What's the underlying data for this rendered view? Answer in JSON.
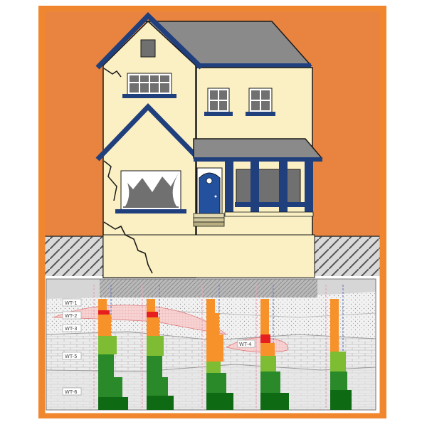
{
  "colors": {
    "frame": "#f0872e",
    "sky": "#e8843f",
    "wall": "#fbf0c3",
    "roof": "#8a8a8a",
    "trim": "#203f7d",
    "window": "#707070",
    "door": "#23519e",
    "outline": "#1a1a1a",
    "ground_hatch": "#7a7a7a",
    "soil_gray": "#a8a8a8",
    "pile_orange": "#f7922a",
    "pile_red": "#e61e1e",
    "pile_light_green": "#7ebd33",
    "pile_dark_green": "#2a8a2a",
    "pile_darkest_green": "#0f6a14",
    "lens_pink": "#f7d3d3",
    "guide_pink": "#e4a6b8",
    "guide_blue": "#6f7fc8"
  },
  "diagram": {
    "subject": "house with structural cracks above subsurface soil profile",
    "soil_labels": [
      "WT-1",
      "WT-2",
      "WT-3",
      "WT-4",
      "WT-5",
      "WT-6"
    ],
    "lens_label": "WT-4",
    "pile_count": 5
  },
  "icons": {
    "house": "house-icon",
    "crack": "crack-icon",
    "pile": "pile-column-icon"
  }
}
